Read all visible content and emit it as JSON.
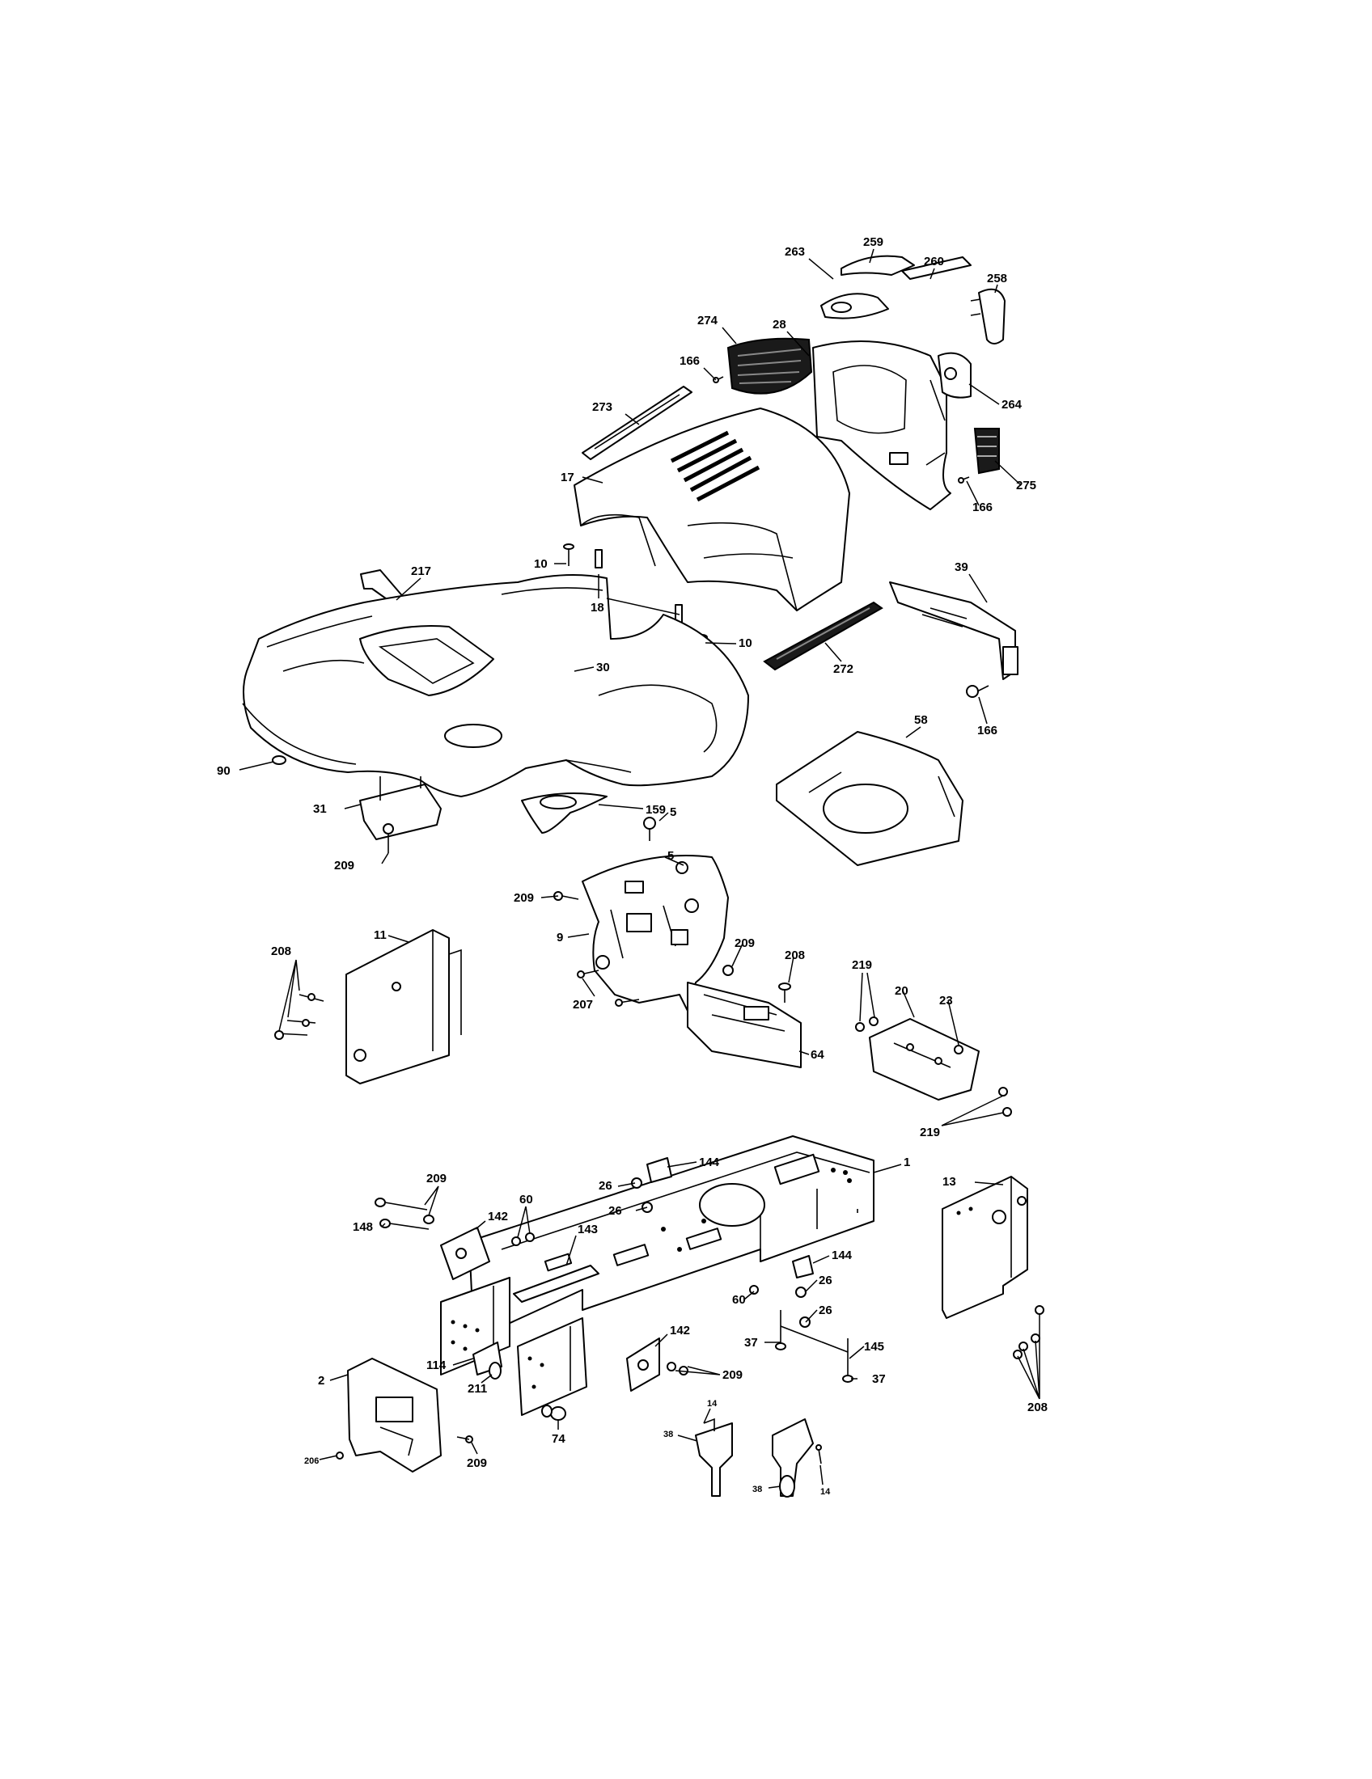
{
  "labels": {
    "l259": "259",
    "l260": "260",
    "l258": "258",
    "l263": "263",
    "l274": "274",
    "l28": "28",
    "l166a": "166",
    "l273": "273",
    "l264": "264",
    "l17": "17",
    "l275": "275",
    "l166b": "166",
    "l217": "217",
    "l10a": "10",
    "l18": "18",
    "l39": "39",
    "l10b": "10",
    "l30": "30",
    "l272": "272",
    "l166c": "166",
    "l90": "90",
    "l58": "58",
    "l159": "159",
    "l5a": "5",
    "l31": "31",
    "l209a": "209",
    "l5b": "5",
    "l209b": "209",
    "l9": "9",
    "l208a": "208",
    "l11": "11",
    "l209c": "209",
    "l208b": "208",
    "l219a": "219",
    "l20": "20",
    "l23": "23",
    "l207": "207",
    "l64": "64",
    "l219b": "219",
    "l144a": "144",
    "l1": "1",
    "l209d": "209",
    "l26a": "26",
    "l13": "13",
    "l60a": "60",
    "l148": "148",
    "l142a": "142",
    "l26b": "26",
    "l143": "143",
    "l144b": "144",
    "l26c": "26",
    "l60b": "60",
    "l26d": "26",
    "l142b": "142",
    "l37a": "37",
    "l145": "145",
    "l114": "114",
    "l209e": "209",
    "l37b": "37",
    "l211": "211",
    "l2": "2",
    "l74": "74",
    "l208c": "208",
    "l14a": "14",
    "l38a": "38",
    "l206": "206",
    "l209f": "209",
    "l38b": "38",
    "l14b": "14"
  }
}
